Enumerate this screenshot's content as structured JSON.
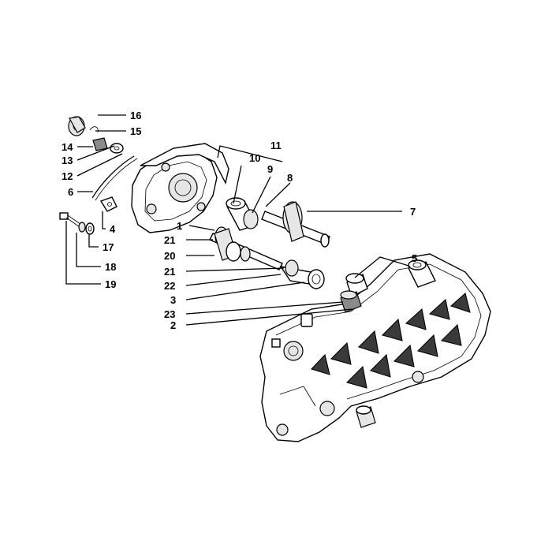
{
  "diagram": {
    "labels": {
      "l1": "1",
      "l2": "2",
      "l3": "3",
      "l4": "4",
      "l5": "5",
      "l6": "6",
      "l7": "7",
      "l8": "8",
      "l9": "9",
      "l10": "10",
      "l11": "11",
      "l12": "12",
      "l13": "13",
      "l14": "14",
      "l15": "15",
      "l16": "16",
      "l17": "17",
      "l18": "18",
      "l19": "19",
      "l20": "20",
      "l21a": "21",
      "l21b": "21",
      "l22": "22",
      "l23": "23"
    }
  }
}
